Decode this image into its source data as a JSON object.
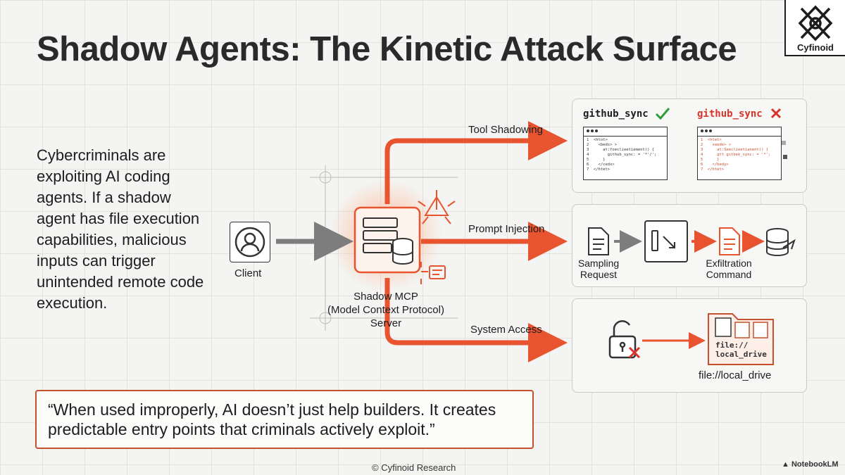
{
  "title": "Shadow Agents: The Kinetic Attack Surface",
  "brand": {
    "name": "Cyfinoid"
  },
  "intro_text": "Cybercriminals are exploiting AI coding agents. If a shadow agent has file execution capabilities, malicious inputs can trigger unintended remote code execution.",
  "client_label": "Client",
  "server": {
    "line1": "Shadow MCP",
    "line2": "(Model Context Protocol)",
    "line3": "Server"
  },
  "flows": [
    {
      "label": "Tool Shadowing"
    },
    {
      "label": "Prompt Injection"
    },
    {
      "label": "System Access"
    }
  ],
  "tool_shadowing": {
    "legit_name": "github_sync",
    "malicious_name": "github_sync",
    "legit_code": "1  <htot>\n2    <beds> >\n3      at:foeclieetiement() {\n4        github_sync: = '*'/';\n5      }\n6    </ceds>\n7  </htet>",
    "malicious_code": "1  <htet>\n2    seede> >\n3      at:Seeclieetianent() {\n4      gtt gstbek_sync: = '*';\n5      }\n6    </bedy>\n7  </htet>"
  },
  "prompt_injection": {
    "step1": "Sampling Request",
    "step3": "Exfiltration Command"
  },
  "system_access": {
    "folder_text": "file://\nlocal_drive",
    "caption": "file://local_drive"
  },
  "quote": "“When used improperly, AI doesn’t just help builders. It creates predictable entry points that criminals actively exploit.”",
  "footer": "© Cyfinoid Research",
  "watermark": "NotebookLM",
  "colors": {
    "accent": "#e8542f",
    "dark": "#1d1d1f",
    "gray_arrow": "#7d7d7d",
    "legit": "#2e9e3a",
    "bad": "#d8322a"
  }
}
